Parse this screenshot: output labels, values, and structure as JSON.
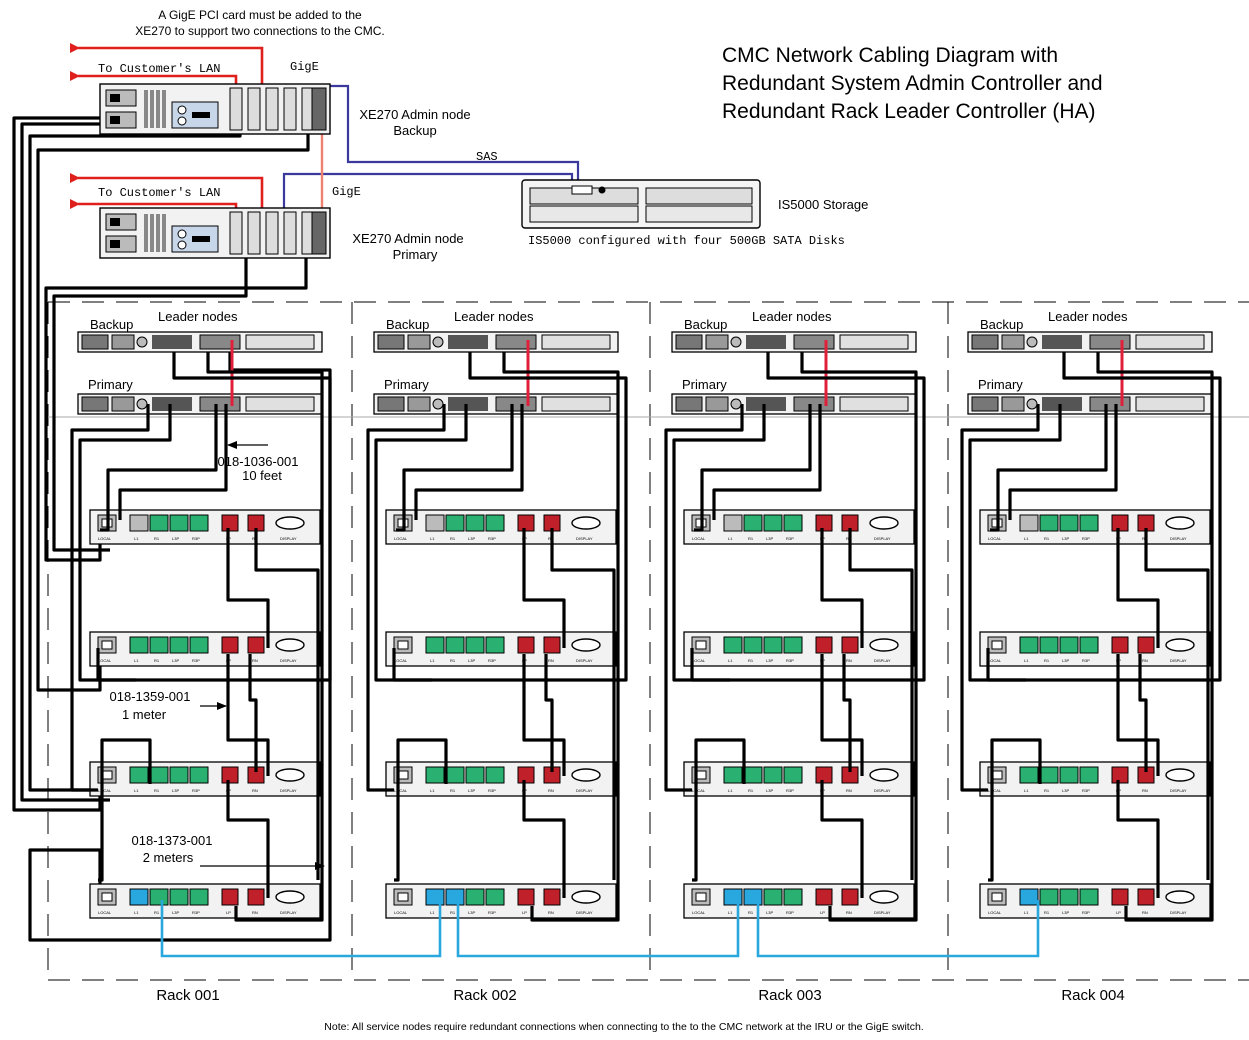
{
  "title": {
    "line1": "CMC Network Cabling Diagram with",
    "line2": "Redundant System Admin Controller and",
    "line3": "Redundant Rack Leader Controller (HA)"
  },
  "top_note": {
    "line1": "A GigE PCI card must be added to the",
    "line2": "XE270 to support two connections to the CMC."
  },
  "labels": {
    "to_customers_lan": "To Customer's LAN",
    "gige": "GigE",
    "sas": "SAS",
    "admin_backup_1": "XE270 Admin node",
    "admin_backup_2": "Backup",
    "admin_primary_1": "XE270 Admin node",
    "admin_primary_2": "Primary",
    "storage": "IS5000 Storage",
    "storage_config": "IS5000 configured with four 500GB SATA Disks",
    "leader_nodes": "Leader nodes",
    "backup": "Backup",
    "primary": "Primary",
    "cable_10ft_part": "018-1036-001",
    "cable_10ft_len": "10 feet",
    "cable_1m_part": "018-1359-001",
    "cable_1m_len": "1 meter",
    "cable_2m_part": "018-1373-001",
    "cable_2m_len": "2 meters"
  },
  "iru_port_labels": [
    "LOCAL",
    "L1",
    "R1",
    "L3P",
    "R3P",
    "LP",
    "RN",
    "DISPLAY"
  ],
  "racks": [
    {
      "name": "Rack 001"
    },
    {
      "name": "Rack 002"
    },
    {
      "name": "Rack 003"
    },
    {
      "name": "Rack 004"
    }
  ],
  "footer_note": "Note: All service nodes require redundant connections when connecting to the to the CMC network at the IRU or the GigE switch.",
  "colors": {
    "lan_arrow": "#e0201c",
    "gige_link": "#f08070",
    "sas_link": "#3a3a9c",
    "ha_link": "#e0203a",
    "rack_chain": "#29a8e0",
    "port_green": "#2ab070",
    "port_red": "#c0202a"
  }
}
